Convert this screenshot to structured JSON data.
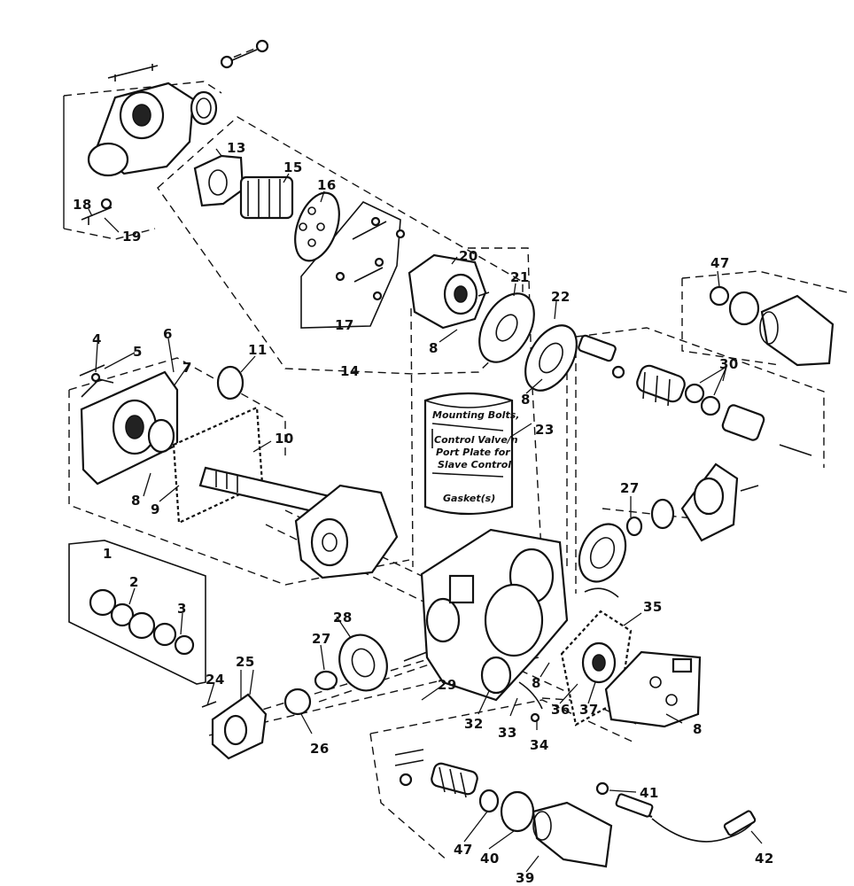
{
  "callouts": {
    "c1": "1",
    "c2": "2",
    "c3": "3",
    "c4": "4",
    "c5": "5",
    "c6": "6",
    "c7": "7",
    "c8a": "8",
    "c8b": "8",
    "c8c": "8",
    "c8d": "8",
    "c8e": "8",
    "c9": "9",
    "c10": "10",
    "c11": "11",
    "c13": "13",
    "c14": "14",
    "c15": "15",
    "c16": "16",
    "c17": "17",
    "c18": "18",
    "c19": "19",
    "c20": "20",
    "c21": "21",
    "c22": "22",
    "c23": "23",
    "c24": "24",
    "c25": "25",
    "c26": "26",
    "c27a": "27",
    "c27b": "27",
    "c28": "28",
    "c29": "29",
    "c30": "30",
    "c32": "32",
    "c33": "33",
    "c34": "34",
    "c35": "35",
    "c36": "36",
    "c37": "37",
    "c39": "39",
    "c40": "40",
    "c41": "41",
    "c42": "42",
    "c47a": "47",
    "c47b": "47"
  },
  "note_23": {
    "line1": "Mounting Bolts,",
    "line2": "Control Valve/n",
    "line3": "Port Plate for",
    "line4": "Slave Control",
    "line5": "Gasket(s)"
  }
}
